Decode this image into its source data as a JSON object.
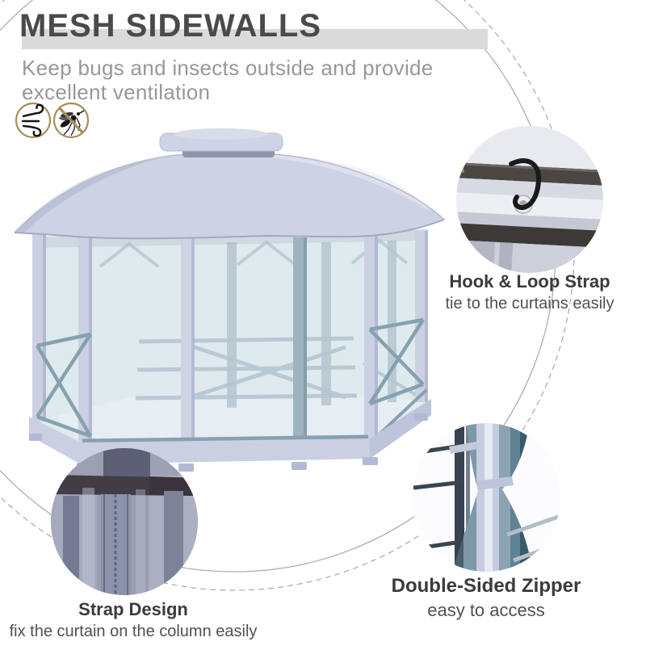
{
  "header": {
    "title": "MESH SIDEWALLS",
    "subtitle_line1": "Keep bugs and insects outside and provide",
    "subtitle_line2": "excellent ventilation",
    "feature_icons": [
      {
        "name": "airflow-icon",
        "represents": "ventilation"
      },
      {
        "name": "no-mosquito-icon",
        "represents": "keeps bugs and insects out"
      }
    ]
  },
  "callouts": [
    {
      "id": "hook-loop-strap",
      "title": "Hook & Loop Strap",
      "description": "tie to the curtains easily"
    },
    {
      "id": "double-sided-zipper",
      "title": "Double-Sided Zipper",
      "description": "easy to access"
    },
    {
      "id": "strap-design",
      "title": "Strap Design",
      "description": "fix the curtain on the column easily"
    }
  ],
  "colors": {
    "title_text": "#4a4a4c",
    "title_bar": "#dadada",
    "subtitle_text": "#96989b",
    "callout_title": "#3b3b3d",
    "callout_description": "#4e5053",
    "icon_ring": "#a58e5c",
    "decor_ring": "#adadad",
    "canopy": "#cdd2e4",
    "frame": "#cbd0e2",
    "rails": "#86a1b0",
    "mesh": "#dce8ed",
    "skirt": "#cad0e2"
  }
}
